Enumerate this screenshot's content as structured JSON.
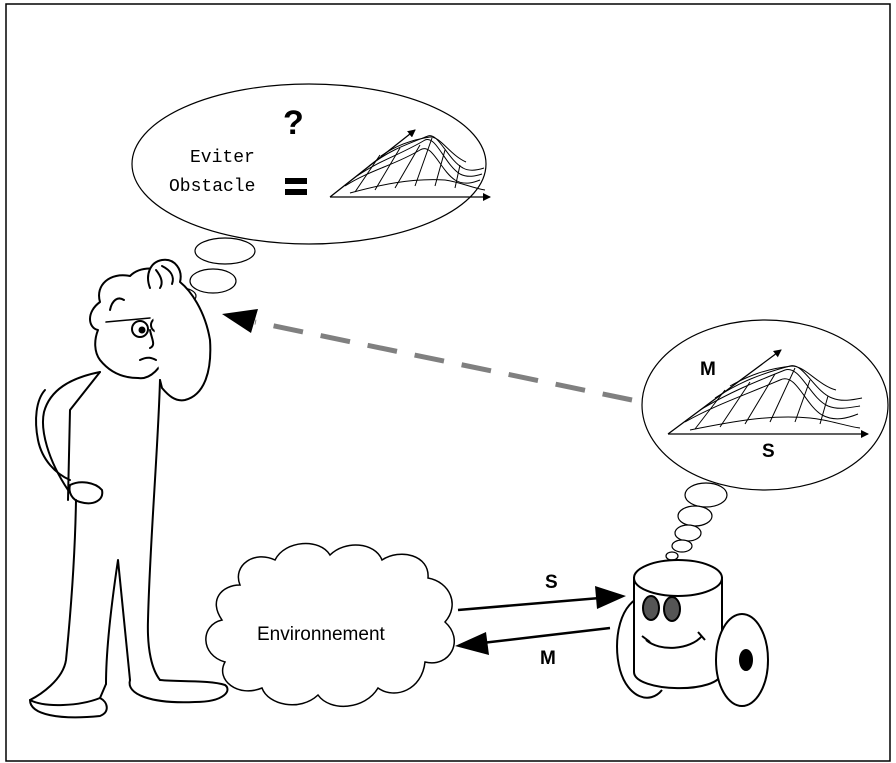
{
  "human_thought": {
    "line1": "Eviter",
    "line2": "Obstacle",
    "question": "?",
    "equals": "="
  },
  "robot_thought": {
    "axis_m": "M",
    "axis_s": "S"
  },
  "environment": {
    "label": "Environnement"
  },
  "arrows": {
    "sensor_label": "S",
    "motor_label": "M"
  },
  "colors": {
    "ink": "#000000",
    "dashed_arrow": "#808080",
    "background": "#ffffff"
  }
}
